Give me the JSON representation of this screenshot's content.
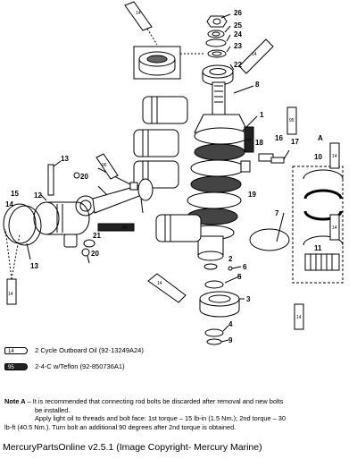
{
  "callouts": [
    "26",
    "25",
    "24",
    "23",
    "22",
    "8",
    "1",
    "A",
    "16",
    "17",
    "18",
    "19",
    "10",
    "7",
    "11",
    "2",
    "6",
    "5",
    "3",
    "4",
    "9",
    "13",
    "20",
    "12",
    "15",
    "14",
    "21",
    "13",
    "20"
  ],
  "tube_codes": [
    "14",
    "14",
    "95",
    "14",
    "95",
    "95",
    "14",
    "14",
    "14",
    "14",
    "14"
  ],
  "legend": [
    {
      "code": "14",
      "text": "2 Cycle Outboard Oil (92-13249A24)"
    },
    {
      "code": "95",
      "text": "2-4-C w/Teflon (92-850736A1)"
    }
  ],
  "note": {
    "label": "Note A",
    "line1": " – It is recommended that connecting rod bolts be discarded after removal and new bolts",
    "line2": "be installed.",
    "line3": "Apply light oil to threads and bolt face: 1st torque – 15 lb-in (1.5 Nm.); 2nd torque – 30",
    "line4": "lb-ft (40.5      Nm.). Turn bolt an additional 90 degrees after 2nd torque is obtained."
  },
  "footer": "MercuryPartsOnline v2.5.1 (Image Copyright- Mercury Marine)",
  "colors": {
    "ink": "#000000",
    "paper": "#ffffff",
    "tube_dark": "#222222"
  }
}
